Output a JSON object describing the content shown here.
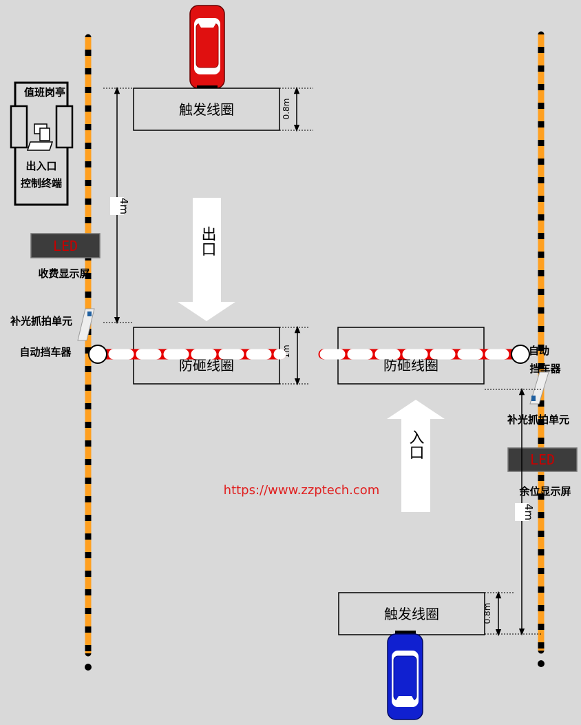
{
  "zones": {
    "top_trigger_loop": "触发线圈",
    "bottom_trigger_loop": "触发线圈",
    "left_anti_smash_loop": "防砸线圈",
    "right_anti_smash_loop": "防砸线圈"
  },
  "dimensions": {
    "top_loop_width": "0.8m",
    "bottom_loop_width": "0.8m",
    "anti_smash_loop_width": "1m",
    "left_distance": "4m",
    "right_distance": "4m"
  },
  "arrows": {
    "exit": "出口",
    "entry": "入口"
  },
  "guard_booth": {
    "title": "值班岗亭",
    "terminal_line1": "出入口",
    "terminal_line2": "控制终端"
  },
  "displays": {
    "led_text": "LED",
    "fee_display_label": "收费显示屏",
    "space_display_label": "余位显示屏"
  },
  "devices": {
    "left_camera_label": "补光抓拍单元",
    "left_barrier_label": "自动挡车器",
    "right_barrier_label_line1": "自动",
    "right_barrier_label_line2": "挡车器",
    "right_camera_label": "补光抓拍单元"
  },
  "watermark": "https://www.zzptech.com",
  "colors": {
    "background": "#d9d9d9",
    "lane_line_orange": "#ffa020",
    "barrier_red": "#e60000",
    "exit_car": "#e01010",
    "entry_car": "#1020d0",
    "led_text": "#c80000",
    "watermark": "#e02020"
  }
}
